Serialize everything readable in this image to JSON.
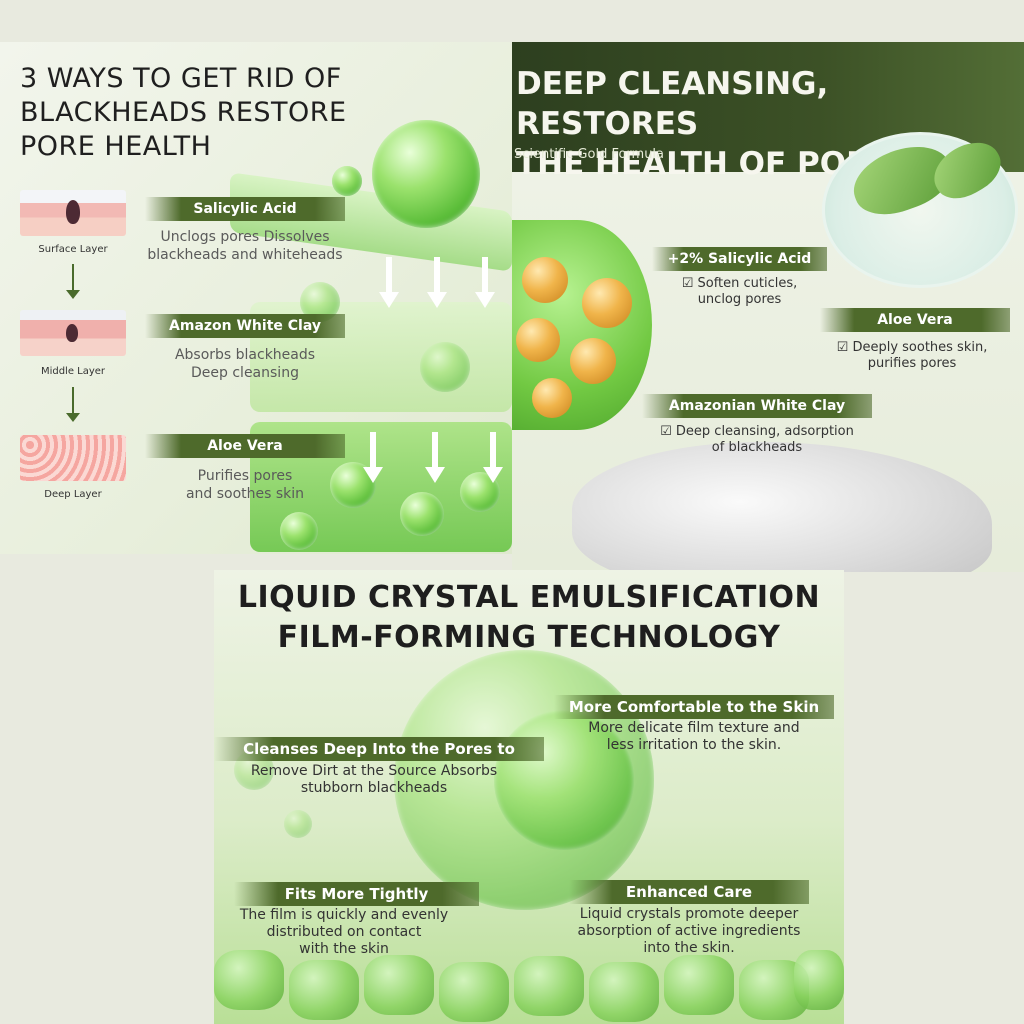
{
  "panel1": {
    "title": "3 WAYS TO GET RID OF BLACKHEADS RESTORE PORE HEALTH",
    "layers": [
      "Surface Layer",
      "Middle Layer",
      "Deep Layer"
    ],
    "ingredients": [
      {
        "name": "Salicylic Acid",
        "desc_line1": "Unclogs pores  Dissolves",
        "desc_line2": "blackheads and whiteheads"
      },
      {
        "name": "Amazon White Clay",
        "desc_line1": "Absorbs blackheads",
        "desc_line2": "Deep cleansing"
      },
      {
        "name": "Aloe Vera",
        "desc_line1": "Purifies pores",
        "desc_line2": "and soothes skin"
      }
    ]
  },
  "panel2": {
    "title_line1": "DEEP CLEANSING, RESTORES",
    "title_line2": "THE HEALTH OF PORES",
    "subtitle": "Scientific Gold Formula",
    "ingredients": [
      {
        "name": "+2% Salicylic Acid",
        "line1": "☑ Soften cuticles,",
        "line2": "unclog pores"
      },
      {
        "name": "Aloe Vera",
        "line1": "☑ Deeply soothes skin,",
        "line2": "purifies pores"
      },
      {
        "name": "Amazonian White Clay",
        "line1": "☑ Deep cleansing, adsorption",
        "line2": "of blackheads"
      }
    ]
  },
  "panel3": {
    "title_line1": "LIQUID CRYSTAL EMULSIFICATION",
    "title_line2": "FILM-FORMING TECHNOLOGY",
    "features": [
      {
        "name": "More Comfortable to the Skin",
        "line1": "More delicate film texture and",
        "line2": "less irritation to the skin.",
        "line3": ""
      },
      {
        "name": "Cleanses Deep Into the Pores to",
        "line1": "Remove Dirt at the Source Absorbs",
        "line2": "stubborn blackheads",
        "line3": ""
      },
      {
        "name": "Fits More Tightly",
        "line1": "The film is quickly and evenly",
        "line2": "distributed on contact",
        "line3": "with the skin"
      },
      {
        "name": "Enhanced Care",
        "line1": "Liquid crystals promote deeper",
        "line2": "absorption of active ingredients",
        "line3": "into the skin."
      }
    ]
  }
}
